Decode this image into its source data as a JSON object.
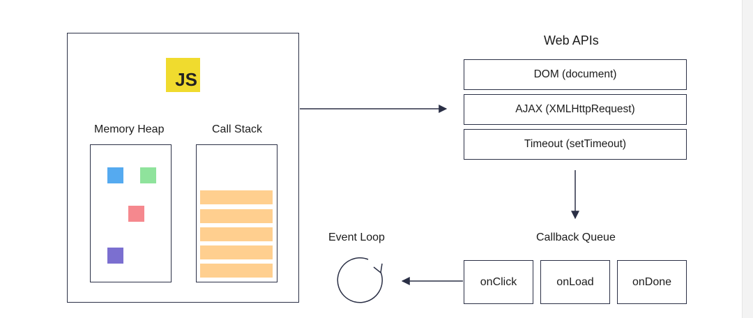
{
  "engine": {
    "logo_text": "JS",
    "memory_heap_label": "Memory Heap",
    "call_stack_label": "Call Stack",
    "heap_colors": [
      "#55aaf0",
      "#8fe39c",
      "#f5888e",
      "#7b6fd0"
    ],
    "stack_frame_color": "#ffcf8f",
    "stack_frame_count": 5
  },
  "web_apis": {
    "title": "Web APIs",
    "items": [
      "DOM (document)",
      "AJAX (XMLHttpRequest)",
      "Timeout (setTimeout)"
    ]
  },
  "callback_queue": {
    "title": "Callback Queue",
    "items": [
      "onClick",
      "onLoad",
      "onDone"
    ]
  },
  "event_loop": {
    "title": "Event Loop"
  },
  "colors": {
    "outline": "#2a2f45",
    "logo_bg": "#f0db2e"
  }
}
